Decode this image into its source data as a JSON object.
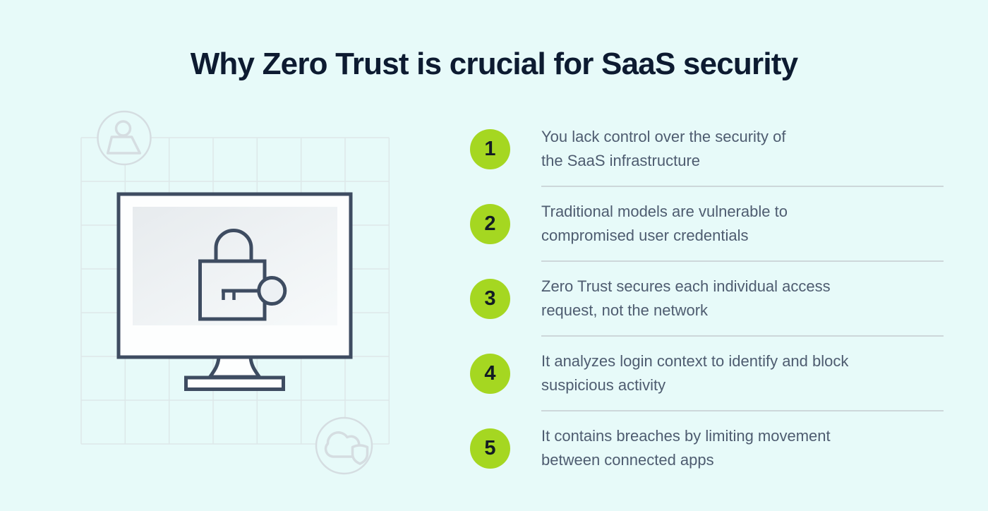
{
  "title": "Why Zero Trust is crucial for SaaS security",
  "list": {
    "items": [
      {
        "number": "1",
        "line1": "You lack control over the security of",
        "line2": "the SaaS infrastructure"
      },
      {
        "number": "2",
        "line1": "Traditional models are vulnerable to",
        "line2": "compromised user credentials"
      },
      {
        "number": "3",
        "line1": "Zero Trust secures each individual access",
        "line2": "request, not the network"
      },
      {
        "number": "4",
        "line1": "It analyzes login context to identify and block",
        "line2": "suspicious activity"
      },
      {
        "number": "5",
        "line1": "It contains breaches by limiting movement",
        "line2": "between connected apps"
      }
    ]
  },
  "illustration": {
    "icons": [
      "user-icon",
      "monitor-icon",
      "padlock-icon",
      "key-icon",
      "cloud-shield-icon",
      "grid-pattern"
    ]
  },
  "colors": {
    "background": "#e7faf9",
    "accent_green": "#a5d721",
    "title_text": "#0d1b31",
    "body_text": "#4e5c70",
    "badge_number": "#131c24",
    "outline_dark": "#3e4c61",
    "outline_light": "#d5dde1",
    "grid_line": "#dde8e9",
    "divider": "#cdd7da",
    "monitor_fill": "#fdfefe",
    "screen_gradient_top": "#e7ebee",
    "screen_gradient_bottom": "#f6f9fa"
  }
}
